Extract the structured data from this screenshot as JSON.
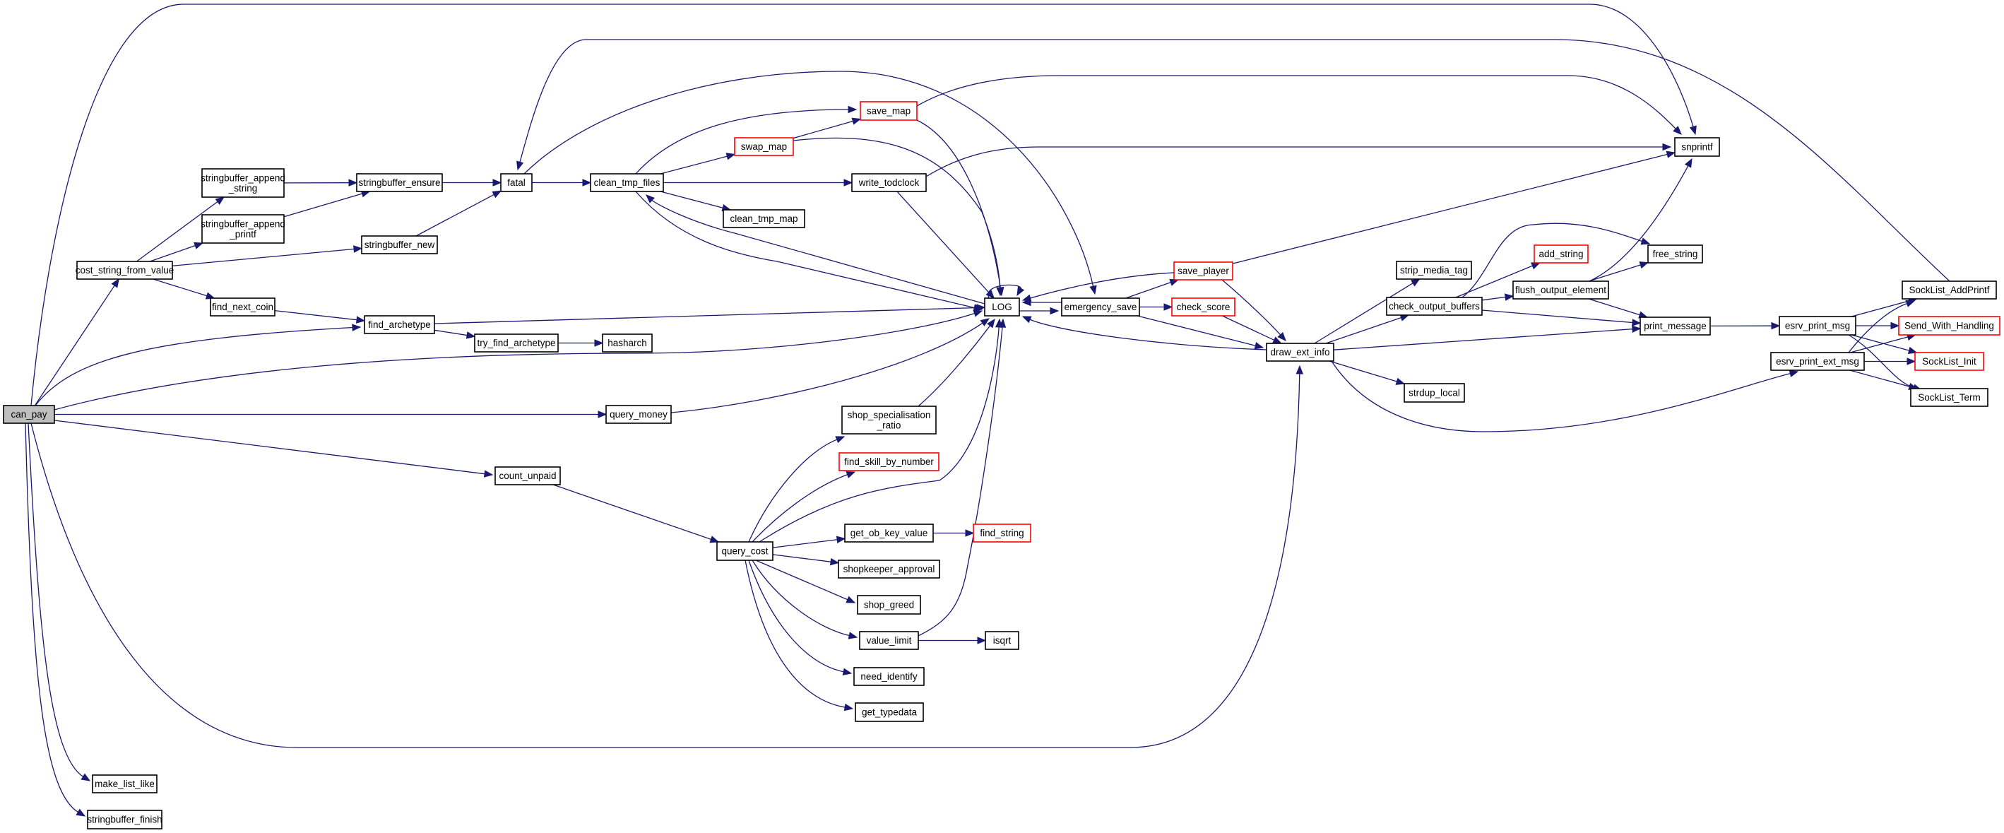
{
  "diagram": {
    "type": "call-graph",
    "colors": {
      "edge": "#191970",
      "root_fill": "#bfbfbf",
      "external_border": "#ff0000",
      "node_border": "#000000"
    },
    "nodes": [
      {
        "id": "can_pay",
        "lines": [
          "can_pay"
        ],
        "kind": "root"
      },
      {
        "id": "cost_string_from_value",
        "lines": [
          "cost_string_from_value"
        ]
      },
      {
        "id": "stringbuffer_append_string",
        "lines": [
          "stringbuffer_append",
          "_string"
        ]
      },
      {
        "id": "stringbuffer_append_printf",
        "lines": [
          "stringbuffer_append",
          "_printf"
        ]
      },
      {
        "id": "stringbuffer_ensure",
        "lines": [
          "stringbuffer_ensure"
        ]
      },
      {
        "id": "stringbuffer_new",
        "lines": [
          "stringbuffer_new"
        ]
      },
      {
        "id": "fatal",
        "lines": [
          "fatal"
        ]
      },
      {
        "id": "clean_tmp_files",
        "lines": [
          "clean_tmp_files"
        ]
      },
      {
        "id": "save_map",
        "lines": [
          "save_map"
        ],
        "kind": "external"
      },
      {
        "id": "swap_map",
        "lines": [
          "swap_map"
        ],
        "kind": "external"
      },
      {
        "id": "write_todclock",
        "lines": [
          "write_todclock"
        ]
      },
      {
        "id": "clean_tmp_map",
        "lines": [
          "clean_tmp_map"
        ]
      },
      {
        "id": "snprintf",
        "lines": [
          "snprintf"
        ]
      },
      {
        "id": "find_next_coin",
        "lines": [
          "find_next_coin"
        ]
      },
      {
        "id": "find_archetype",
        "lines": [
          "find_archetype"
        ]
      },
      {
        "id": "try_find_archetype",
        "lines": [
          "try_find_archetype"
        ]
      },
      {
        "id": "hasharch",
        "lines": [
          "hasharch"
        ]
      },
      {
        "id": "LOG",
        "lines": [
          "LOG"
        ]
      },
      {
        "id": "emergency_save",
        "lines": [
          "emergency_save"
        ]
      },
      {
        "id": "save_player",
        "lines": [
          "save_player"
        ],
        "kind": "external"
      },
      {
        "id": "check_score",
        "lines": [
          "check_score"
        ],
        "kind": "external"
      },
      {
        "id": "draw_ext_info",
        "lines": [
          "draw_ext_info"
        ]
      },
      {
        "id": "strip_media_tag",
        "lines": [
          "strip_media_tag"
        ]
      },
      {
        "id": "check_output_buffers",
        "lines": [
          "check_output_buffers"
        ]
      },
      {
        "id": "add_string",
        "lines": [
          "add_string"
        ],
        "kind": "external"
      },
      {
        "id": "flush_output_element",
        "lines": [
          "flush_output_element"
        ]
      },
      {
        "id": "free_string",
        "lines": [
          "free_string"
        ]
      },
      {
        "id": "print_message",
        "lines": [
          "print_message"
        ]
      },
      {
        "id": "strdup_local",
        "lines": [
          "strdup_local"
        ]
      },
      {
        "id": "esrv_print_msg",
        "lines": [
          "esrv_print_msg"
        ]
      },
      {
        "id": "esrv_print_ext_msg",
        "lines": [
          "esrv_print_ext_msg"
        ]
      },
      {
        "id": "SockList_AddPrintf",
        "lines": [
          "SockList_AddPrintf"
        ]
      },
      {
        "id": "Send_With_Handling",
        "lines": [
          "Send_With_Handling"
        ],
        "kind": "external"
      },
      {
        "id": "SockList_Init",
        "lines": [
          "SockList_Init"
        ],
        "kind": "external"
      },
      {
        "id": "SockList_Term",
        "lines": [
          "SockList_Term"
        ]
      },
      {
        "id": "query_money",
        "lines": [
          "query_money"
        ]
      },
      {
        "id": "count_unpaid",
        "lines": [
          "count_unpaid"
        ]
      },
      {
        "id": "query_cost",
        "lines": [
          "query_cost"
        ]
      },
      {
        "id": "shop_specialisation_ratio",
        "lines": [
          "shop_specialisation",
          "_ratio"
        ]
      },
      {
        "id": "find_skill_by_number",
        "lines": [
          "find_skill_by_number"
        ],
        "kind": "external"
      },
      {
        "id": "get_ob_key_value",
        "lines": [
          "get_ob_key_value"
        ]
      },
      {
        "id": "find_string",
        "lines": [
          "find_string"
        ],
        "kind": "external"
      },
      {
        "id": "shopkeeper_approval",
        "lines": [
          "shopkeeper_approval"
        ]
      },
      {
        "id": "shop_greed",
        "lines": [
          "shop_greed"
        ]
      },
      {
        "id": "value_limit",
        "lines": [
          "value_limit"
        ]
      },
      {
        "id": "isqrt",
        "lines": [
          "isqrt"
        ]
      },
      {
        "id": "need_identify",
        "lines": [
          "need_identify"
        ]
      },
      {
        "id": "get_typedata",
        "lines": [
          "get_typedata"
        ]
      },
      {
        "id": "make_list_like",
        "lines": [
          "make_list_like"
        ]
      },
      {
        "id": "stringbuffer_finish",
        "lines": [
          "stringbuffer_finish"
        ]
      }
    ],
    "edges": [
      [
        "can_pay",
        "snprintf"
      ],
      [
        "can_pay",
        "cost_string_from_value"
      ],
      [
        "can_pay",
        "find_archetype"
      ],
      [
        "can_pay",
        "LOG"
      ],
      [
        "can_pay",
        "query_money"
      ],
      [
        "can_pay",
        "count_unpaid"
      ],
      [
        "can_pay",
        "draw_ext_info"
      ],
      [
        "can_pay",
        "make_list_like"
      ],
      [
        "can_pay",
        "stringbuffer_finish"
      ],
      [
        "cost_string_from_value",
        "stringbuffer_append_string"
      ],
      [
        "cost_string_from_value",
        "stringbuffer_append_printf"
      ],
      [
        "cost_string_from_value",
        "stringbuffer_new"
      ],
      [
        "cost_string_from_value",
        "find_next_coin"
      ],
      [
        "stringbuffer_append_string",
        "stringbuffer_ensure"
      ],
      [
        "stringbuffer_append_printf",
        "stringbuffer_ensure"
      ],
      [
        "stringbuffer_ensure",
        "fatal"
      ],
      [
        "stringbuffer_new",
        "fatal"
      ],
      [
        "fatal",
        "clean_tmp_files"
      ],
      [
        "fatal",
        "emergency_save"
      ],
      [
        "clean_tmp_files",
        "save_map"
      ],
      [
        "clean_tmp_files",
        "swap_map"
      ],
      [
        "clean_tmp_files",
        "write_todclock"
      ],
      [
        "clean_tmp_files",
        "clean_tmp_map"
      ],
      [
        "clean_tmp_files",
        "LOG"
      ],
      [
        "swap_map",
        "save_map"
      ],
      [
        "swap_map",
        "LOG"
      ],
      [
        "save_map",
        "snprintf"
      ],
      [
        "save_map",
        "LOG"
      ],
      [
        "write_todclock",
        "snprintf"
      ],
      [
        "write_todclock",
        "LOG"
      ],
      [
        "find_next_coin",
        "find_archetype"
      ],
      [
        "find_archetype",
        "try_find_archetype"
      ],
      [
        "find_archetype",
        "LOG"
      ],
      [
        "try_find_archetype",
        "hasharch"
      ],
      [
        "LOG",
        "LOG"
      ],
      [
        "LOG",
        "clean_tmp_files"
      ],
      [
        "LOG",
        "emergency_save"
      ],
      [
        "emergency_save",
        "LOG"
      ],
      [
        "emergency_save",
        "save_player"
      ],
      [
        "emergency_save",
        "check_score"
      ],
      [
        "emergency_save",
        "draw_ext_info"
      ],
      [
        "save_player",
        "LOG"
      ],
      [
        "save_player",
        "snprintf"
      ],
      [
        "save_player",
        "draw_ext_info"
      ],
      [
        "check_score",
        "draw_ext_info"
      ],
      [
        "draw_ext_info",
        "LOG"
      ],
      [
        "draw_ext_info",
        "strip_media_tag"
      ],
      [
        "draw_ext_info",
        "check_output_buffers"
      ],
      [
        "draw_ext_info",
        "print_message"
      ],
      [
        "draw_ext_info",
        "strdup_local"
      ],
      [
        "draw_ext_info",
        "esrv_print_ext_msg"
      ],
      [
        "check_output_buffers",
        "add_string"
      ],
      [
        "check_output_buffers",
        "free_string"
      ],
      [
        "check_output_buffers",
        "flush_output_element"
      ],
      [
        "check_output_buffers",
        "print_message"
      ],
      [
        "flush_output_element",
        "free_string"
      ],
      [
        "flush_output_element",
        "snprintf"
      ],
      [
        "flush_output_element",
        "print_message"
      ],
      [
        "print_message",
        "esrv_print_msg"
      ],
      [
        "esrv_print_msg",
        "SockList_AddPrintf"
      ],
      [
        "esrv_print_msg",
        "Send_With_Handling"
      ],
      [
        "esrv_print_msg",
        "SockList_Init"
      ],
      [
        "esrv_print_msg",
        "SockList_Term"
      ],
      [
        "esrv_print_ext_msg",
        "SockList_AddPrintf"
      ],
      [
        "esrv_print_ext_msg",
        "Send_With_Handling"
      ],
      [
        "esrv_print_ext_msg",
        "SockList_Init"
      ],
      [
        "esrv_print_ext_msg",
        "SockList_Term"
      ],
      [
        "SockList_AddPrintf",
        "fatal"
      ],
      [
        "query_money",
        "LOG"
      ],
      [
        "count_unpaid",
        "query_cost"
      ],
      [
        "query_cost",
        "shop_specialisation_ratio"
      ],
      [
        "query_cost",
        "find_skill_by_number"
      ],
      [
        "query_cost",
        "LOG"
      ],
      [
        "query_cost",
        "get_ob_key_value"
      ],
      [
        "query_cost",
        "shopkeeper_approval"
      ],
      [
        "query_cost",
        "shop_greed"
      ],
      [
        "query_cost",
        "value_limit"
      ],
      [
        "query_cost",
        "need_identify"
      ],
      [
        "query_cost",
        "get_typedata"
      ],
      [
        "shop_specialisation_ratio",
        "LOG"
      ],
      [
        "get_ob_key_value",
        "find_string"
      ],
      [
        "value_limit",
        "isqrt"
      ],
      [
        "value_limit",
        "LOG"
      ]
    ]
  }
}
